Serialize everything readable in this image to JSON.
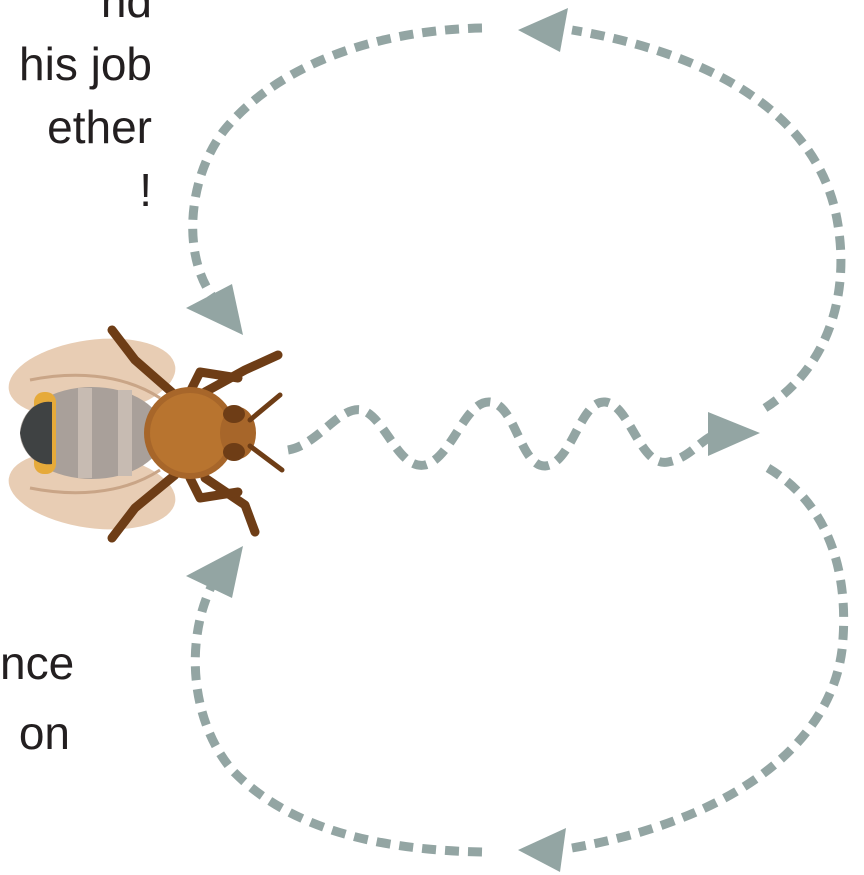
{
  "text_top": {
    "lines": [
      "nd",
      "his job",
      "ether",
      "!"
    ]
  },
  "text_bottom": {
    "lines": [
      "nce",
      "on"
    ]
  },
  "colors": {
    "path": "#93a5a3",
    "text": "#231f20",
    "wing": "#e5c8ac",
    "thorax": "#a7662a",
    "leg": "#6e3d16",
    "abdomen_band": "#e6aa3a",
    "abdomen_grey": "#a9a09a",
    "stinger": "#3f4243"
  },
  "icons": [
    "honeybee-icon",
    "arrow-head-icon"
  ]
}
